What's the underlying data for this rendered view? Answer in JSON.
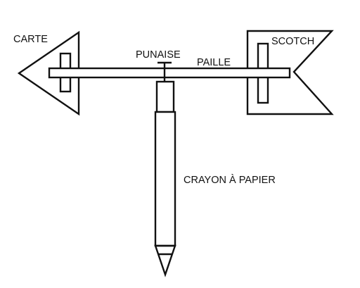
{
  "labels": {
    "card": "CARTE",
    "pushpin": "PUNAISE",
    "straw": "PAILLE",
    "tape": "SCOTCH",
    "pencil": "CRAYON À PAPIER"
  },
  "colors": {
    "stroke": "#111111",
    "background": "#ffffff"
  }
}
